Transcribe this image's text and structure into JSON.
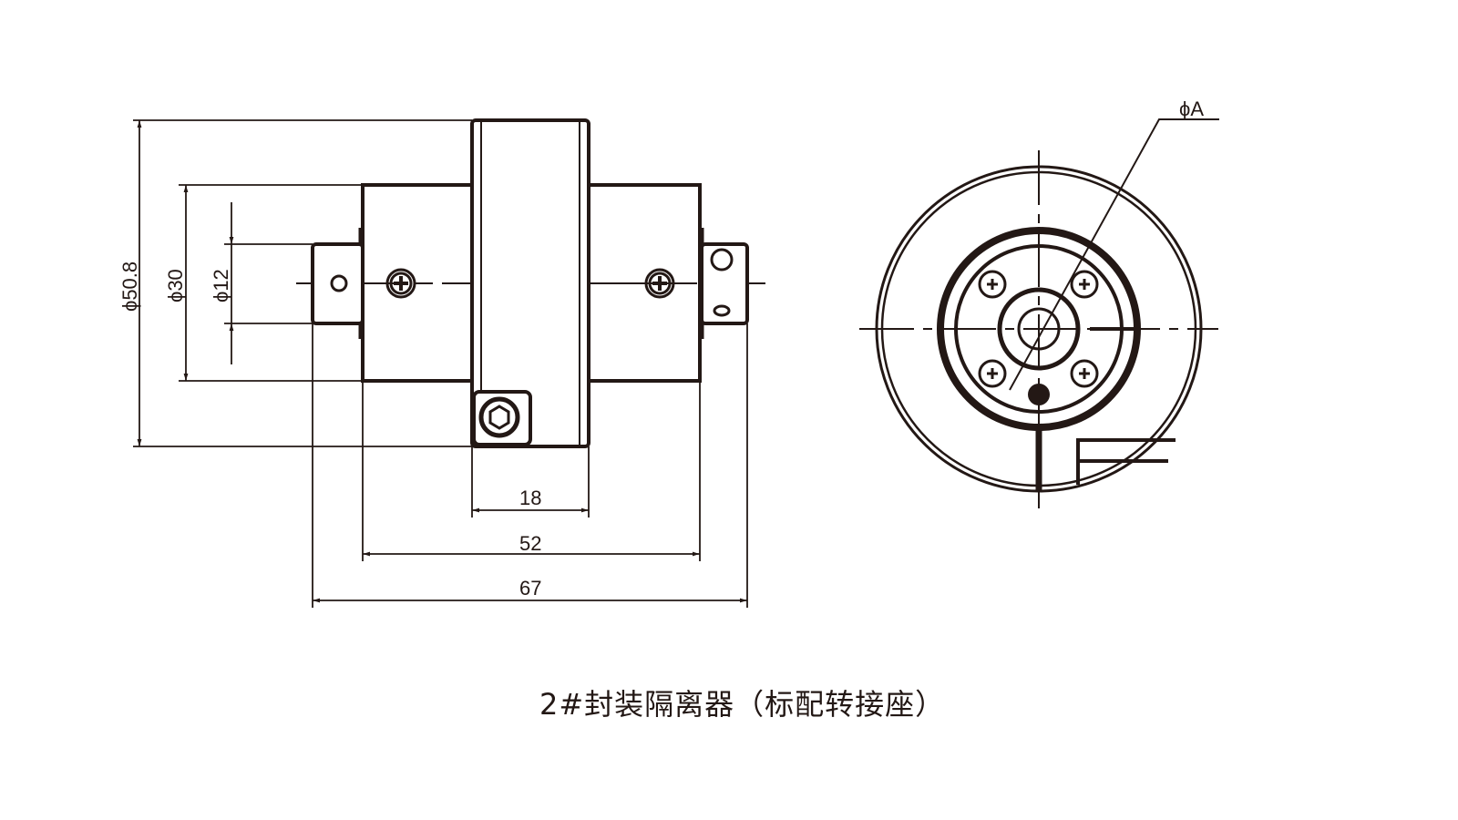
{
  "drawing": {
    "dimensions": {
      "flange_diameter": "ϕ50.8",
      "body_diameter": "ϕ30",
      "shaft_diameter": "ϕ12",
      "flange_width": "18",
      "body_length": "52",
      "total_length": "67",
      "bore_diameter": "ϕA"
    },
    "caption": "2#封装隔离器（标配转接座）",
    "line_color": "#231815"
  }
}
